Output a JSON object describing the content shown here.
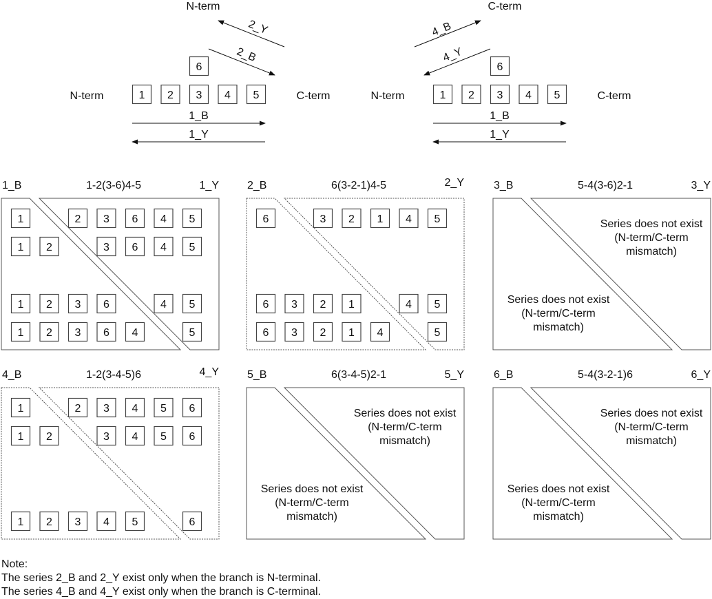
{
  "schemes": [
    {
      "top_label": "N-term",
      "left_label": "N-term",
      "right_label": "C-term",
      "residues": [
        "1",
        "2",
        "3",
        "4",
        "5"
      ],
      "branch": "6",
      "branch_position": "3",
      "arrows": [
        {
          "label": "2_Y",
          "direction": "up-left"
        },
        {
          "label": "2_B",
          "direction": "down-right"
        },
        {
          "label": "1_B",
          "direction": "right"
        },
        {
          "label": "1_Y",
          "direction": "left"
        }
      ]
    },
    {
      "top_label": "C-term",
      "left_label": "N-term",
      "right_label": "C-term",
      "residues": [
        "1",
        "2",
        "3",
        "4",
        "5"
      ],
      "branch": "6",
      "branch_position": "3",
      "arrows": [
        {
          "label": "4_B",
          "direction": "up-right"
        },
        {
          "label": "4_Y",
          "direction": "down-left"
        },
        {
          "label": "1_B",
          "direction": "right"
        },
        {
          "label": "1_Y",
          "direction": "left"
        }
      ]
    }
  ],
  "panels": [
    {
      "b_label": "1_B",
      "title": "1-2(3-6)4-5",
      "y_label": "1_Y",
      "dashed": false,
      "exists": true,
      "b_rows": [
        [
          "1"
        ],
        [
          "1",
          "2"
        ],
        [
          "1",
          "2",
          "3",
          "6"
        ],
        [
          "1",
          "2",
          "3",
          "6",
          "4"
        ]
      ],
      "y_rows": [
        [
          "2",
          "3",
          "6",
          "4",
          "5"
        ],
        [
          "3",
          "6",
          "4",
          "5"
        ],
        [
          "4",
          "5"
        ],
        [
          "5"
        ]
      ],
      "b_text": "",
      "y_text": ""
    },
    {
      "b_label": "2_B",
      "title": "6(3-2-1)4-5",
      "y_label": "2_Y",
      "dashed": true,
      "exists": true,
      "b_rows": [
        [
          "6"
        ],
        [],
        [
          "6",
          "3",
          "2",
          "1"
        ],
        [
          "6",
          "3",
          "2",
          "1",
          "4"
        ]
      ],
      "y_rows": [
        [
          "3",
          "2",
          "1",
          "4",
          "5"
        ],
        [],
        [
          "4",
          "5"
        ],
        [
          "5"
        ]
      ],
      "b_text": "",
      "y_text": ""
    },
    {
      "b_label": "3_B",
      "title": "5-4(3-6)2-1",
      "y_label": "3_Y",
      "dashed": false,
      "exists": false,
      "b_rows": [],
      "y_rows": [],
      "b_text": [
        "Series does not exist",
        "(N-term/C-term",
        "mismatch)"
      ],
      "y_text": [
        "Series does not exist",
        "(N-term/C-term",
        "mismatch)"
      ]
    },
    {
      "b_label": "4_B",
      "title": "1-2(3-4-5)6",
      "y_label": "4_Y",
      "dashed": true,
      "exists": true,
      "b_rows": [
        [
          "1"
        ],
        [
          "1",
          "2"
        ],
        [],
        [
          "1",
          "2",
          "3",
          "4",
          "5"
        ]
      ],
      "y_rows": [
        [
          "2",
          "3",
          "4",
          "5",
          "6"
        ],
        [
          "3",
          "4",
          "5",
          "6"
        ],
        [],
        [
          "6"
        ]
      ],
      "b_text": "",
      "y_text": ""
    },
    {
      "b_label": "5_B",
      "title": "6(3-4-5)2-1",
      "y_label": "5_Y",
      "dashed": false,
      "exists": false,
      "b_rows": [],
      "y_rows": [],
      "b_text": [
        "Series does not exist",
        "(N-term/C-term",
        "mismatch)"
      ],
      "y_text": [
        "Series does not exist",
        "(N-term/C-term",
        "mismatch)"
      ]
    },
    {
      "b_label": "6_B",
      "title": "5-4(3-2-1)6",
      "y_label": "6_Y",
      "dashed": false,
      "exists": false,
      "b_rows": [],
      "y_rows": [],
      "b_text": [
        "Series does not exist",
        "(N-term/C-term",
        "mismatch)"
      ],
      "y_text": [
        "Series does not exist",
        "(N-term/C-term",
        "mismatch)"
      ]
    }
  ],
  "note": {
    "heading": "Note:",
    "lines": [
      "The series 2_B and 2_Y exist only when the branch is N-terminal.",
      "The series 4_B and 4_Y exist only when the branch is C-terminal."
    ]
  },
  "colors": {
    "line": "#111111",
    "box_border": "#333333",
    "frame": "#555555"
  }
}
